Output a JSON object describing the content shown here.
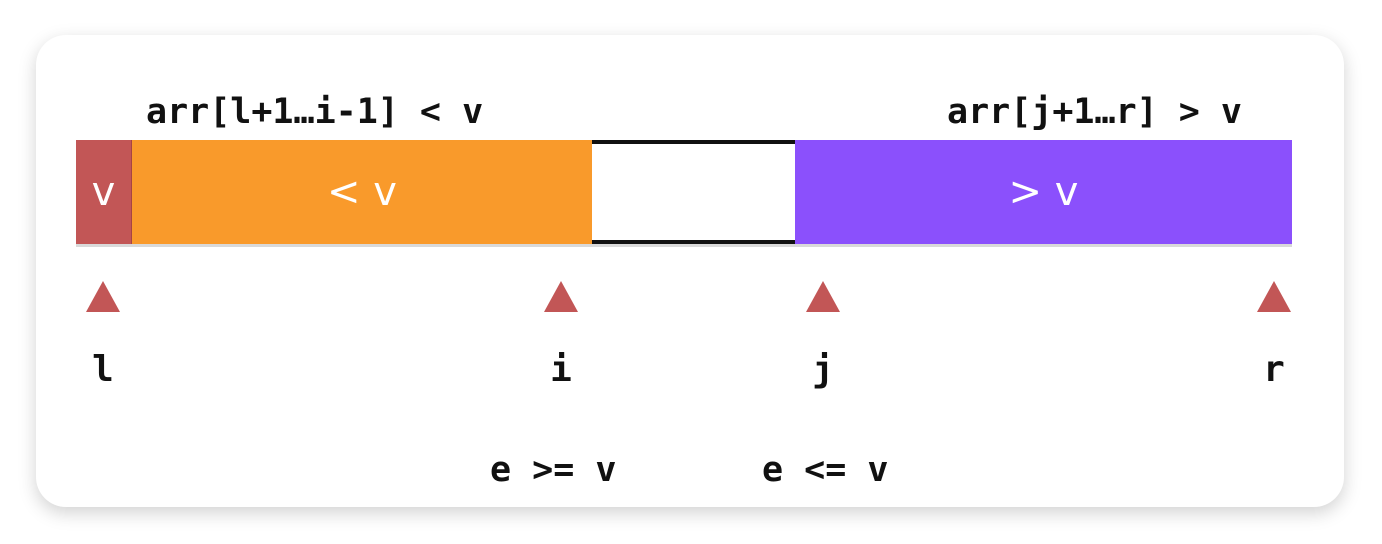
{
  "ranges": {
    "less_range": "arr[l+1…i-1] < v",
    "greater_range": "arr[j+1…r] > v"
  },
  "segments": {
    "pivot": "v",
    "less": "< v",
    "unknown": "",
    "greater": "> v"
  },
  "colors": {
    "pivot": "#c25656",
    "less": "#f99a2b",
    "greater": "#8b50fc",
    "marker": "#c25656"
  },
  "indices": {
    "l": "l",
    "i": "i",
    "j": "j",
    "r": "r"
  },
  "conditions": {
    "at_i": "e >= v",
    "at_j": "e <= v"
  }
}
